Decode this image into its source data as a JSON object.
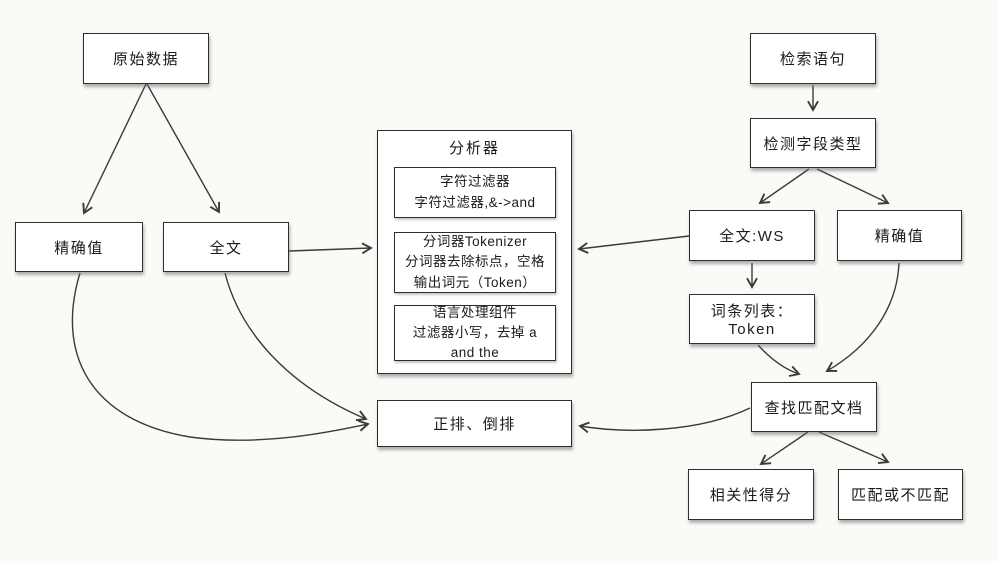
{
  "palette": {
    "background": "#fbfaf7",
    "box_fill": "#ffffff",
    "box_border": "#2e2e2e",
    "line_color": "#3a3a3a",
    "text_color": "#1b1b1b"
  },
  "nodes": {
    "raw_data": "原始数据",
    "exact_left": "精确值",
    "fulltext_left": "全文",
    "analyzer_title": "分析器",
    "char_filter_line1": "字符过滤器",
    "char_filter_line2": "字符过滤器,&->and",
    "tokenizer_line1": "分词器Tokenizer",
    "tokenizer_line2": "分词器去除标点，空格",
    "tokenizer_line3": "输出词元（Token）",
    "lang_line1": "语言处理组件",
    "lang_line2": "过滤器小写，去掉 a",
    "lang_line3": "and the",
    "index_box": "正排、倒排",
    "query": "检索语句",
    "detect_field": "检测字段类型",
    "fulltext_ws": "全文:WS",
    "exact_right": "精确值",
    "token_list": "词条列表：Token",
    "find_match": "查找匹配文档",
    "relevance": "相关性得分",
    "match_or_not": "匹配或不匹配"
  },
  "edges": [
    {
      "from": "raw_data",
      "to": "exact_left"
    },
    {
      "from": "raw_data",
      "to": "fulltext_left"
    },
    {
      "from": "fulltext_left",
      "to": "analyzer"
    },
    {
      "from": "fulltext_ws",
      "to": "analyzer"
    },
    {
      "from": "query",
      "to": "detect_field"
    },
    {
      "from": "detect_field",
      "to": "fulltext_ws"
    },
    {
      "from": "detect_field",
      "to": "exact_right"
    },
    {
      "from": "fulltext_ws",
      "to": "token_list"
    },
    {
      "from": "token_list",
      "to": "find_match"
    },
    {
      "from": "exact_right",
      "to": "find_match"
    },
    {
      "from": "find_match",
      "to": "index_box"
    },
    {
      "from": "exact_left",
      "to": "index_box"
    },
    {
      "from": "fulltext_left",
      "to": "index_box"
    },
    {
      "from": "find_match",
      "to": "relevance"
    },
    {
      "from": "find_match",
      "to": "match_or_not"
    }
  ]
}
